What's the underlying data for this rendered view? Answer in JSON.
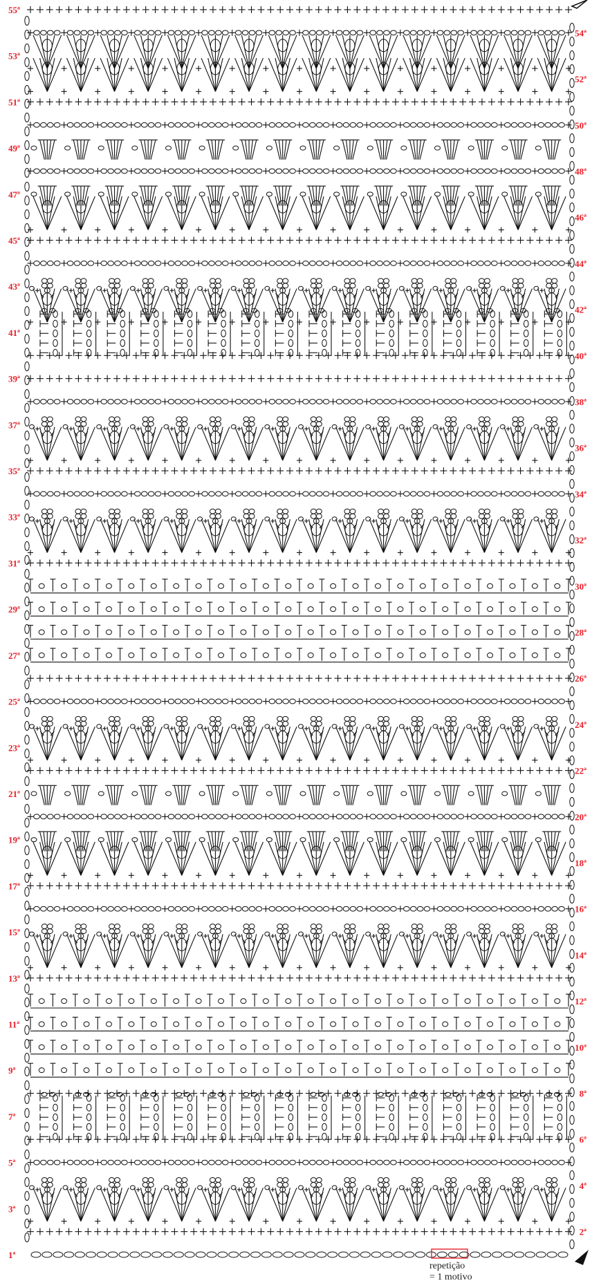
{
  "rows": [
    {
      "label": "55ª",
      "side": "left",
      "type": "sc"
    },
    {
      "label": "54ª",
      "side": "right",
      "type": "arch"
    },
    {
      "label": "53ª",
      "side": "left",
      "type": "fan"
    },
    {
      "label": "52ª",
      "side": "right",
      "type": "fan"
    },
    {
      "label": "51ª",
      "side": "left",
      "type": "sc"
    },
    {
      "label": "50ª",
      "side": "right",
      "type": "arch"
    },
    {
      "label": "49ª",
      "side": "left",
      "type": "trfan"
    },
    {
      "label": "48ª",
      "side": "right",
      "type": "arch"
    },
    {
      "label": "47ª",
      "side": "left",
      "type": "trfan"
    },
    {
      "label": "46ª",
      "side": "right",
      "type": "fan"
    },
    {
      "label": "45ª",
      "side": "left",
      "type": "sc"
    },
    {
      "label": "44ª",
      "side": "right",
      "type": "arch"
    },
    {
      "label": "43ª",
      "side": "left",
      "type": "picot"
    },
    {
      "label": "42ª",
      "side": "right",
      "type": "fan"
    },
    {
      "label": "41ª",
      "side": "left",
      "type": "block"
    },
    {
      "label": "40ª",
      "side": "right",
      "type": "sc"
    },
    {
      "label": "39ª",
      "side": "left",
      "type": "sc"
    },
    {
      "label": "38ª",
      "side": "right",
      "type": "arch"
    },
    {
      "label": "37ª",
      "side": "left",
      "type": "picot"
    },
    {
      "label": "36ª",
      "side": "right",
      "type": "fan"
    },
    {
      "label": "35ª",
      "side": "left",
      "type": "sc"
    },
    {
      "label": "34ª",
      "side": "right",
      "type": "arch"
    },
    {
      "label": "33ª",
      "side": "left",
      "type": "picot"
    },
    {
      "label": "32ª",
      "side": "right",
      "type": "fan"
    },
    {
      "label": "31ª",
      "side": "left",
      "type": "sc"
    },
    {
      "label": "30ª",
      "side": "right",
      "type": "mesh"
    },
    {
      "label": "29ª",
      "side": "left",
      "type": "mesh"
    },
    {
      "label": "28ª",
      "side": "right",
      "type": "mesh"
    },
    {
      "label": "27ª",
      "side": "left",
      "type": "mesh"
    },
    {
      "label": "26ª",
      "side": "right",
      "type": "sc"
    },
    {
      "label": "25ª",
      "side": "left",
      "type": "arch"
    },
    {
      "label": "24ª",
      "side": "right",
      "type": "picot"
    },
    {
      "label": "23ª",
      "side": "left",
      "type": "fan"
    },
    {
      "label": "22ª",
      "side": "right",
      "type": "sc"
    },
    {
      "label": "21ª",
      "side": "left",
      "type": "trfan"
    },
    {
      "label": "20ª",
      "side": "right",
      "type": "arch"
    },
    {
      "label": "19ª",
      "side": "left",
      "type": "trfan"
    },
    {
      "label": "18ª",
      "side": "right",
      "type": "fan"
    },
    {
      "label": "17ª",
      "side": "left",
      "type": "sc"
    },
    {
      "label": "16ª",
      "side": "right",
      "type": "arch"
    },
    {
      "label": "15ª",
      "side": "left",
      "type": "picot"
    },
    {
      "label": "14ª",
      "side": "right",
      "type": "fan"
    },
    {
      "label": "13ª",
      "side": "left",
      "type": "sc"
    },
    {
      "label": "12ª",
      "side": "right",
      "type": "mesh"
    },
    {
      "label": "11ª",
      "side": "left",
      "type": "mesh"
    },
    {
      "label": "10ª",
      "side": "right",
      "type": "mesh"
    },
    {
      "label": "9ª",
      "side": "left",
      "type": "mesh"
    },
    {
      "label": "8ª",
      "side": "right",
      "type": "sc"
    },
    {
      "label": "7ª",
      "side": "left",
      "type": "block"
    },
    {
      "label": "6ª",
      "side": "right",
      "type": "sc"
    },
    {
      "label": "5ª",
      "side": "left",
      "type": "arch"
    },
    {
      "label": "4ª",
      "side": "right",
      "type": "picot"
    },
    {
      "label": "3ª",
      "side": "left",
      "type": "fan"
    },
    {
      "label": "2ª",
      "side": "right",
      "type": "sc"
    },
    {
      "label": "1ª",
      "side": "left",
      "type": "chain"
    }
  ],
  "repeat_note": [
    "repetição",
    "= 1 motivo"
  ],
  "colors": {
    "label": "#e8202a",
    "stitch": "#111111",
    "repeat_box": "#e8202a"
  },
  "motif_count": 16,
  "icons": {
    "start": "start-arrow-icon",
    "end": "end-arrow-icon"
  }
}
